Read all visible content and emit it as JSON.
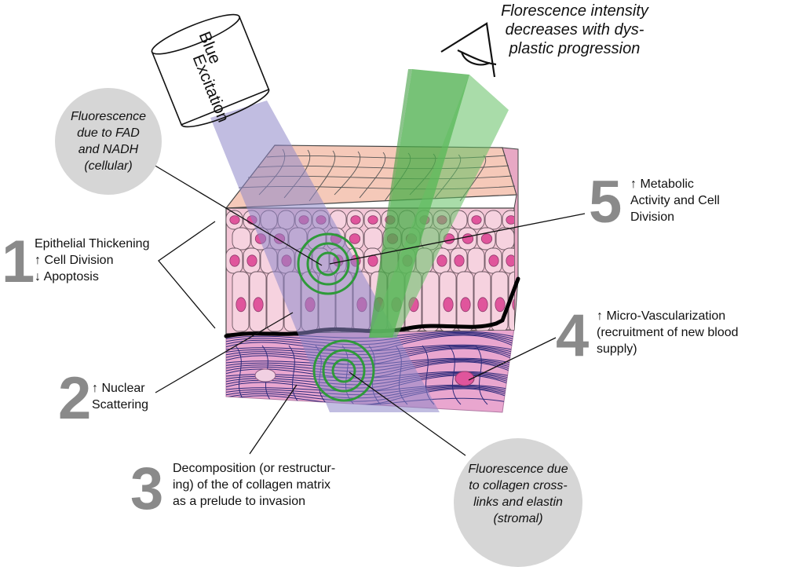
{
  "header": {
    "observation_note": "Florescence intensity\ndecreases with dys-\nplastic progression"
  },
  "light_source": {
    "label_line1": "Blue",
    "label_line2": "Excitation"
  },
  "bubbles": {
    "cellular": "Fluorescence\ndue to FAD\nand NADH\n(cellular)",
    "stromal": "Fluorescence due\nto collagen cross-\nlinks and elastin\n(stromal)"
  },
  "annotations": [
    {
      "number": "1",
      "lines": [
        "Epithelial Thickening",
        "↑ Cell Division",
        "↓ Apoptosis"
      ]
    },
    {
      "number": "2",
      "lines": [
        "↑ Nuclear",
        "Scattering"
      ]
    },
    {
      "number": "3",
      "lines": [
        "Decomposition (or restructur-",
        "ing) of the of collagen matrix",
        "as a prelude to invasion"
      ]
    },
    {
      "number": "4",
      "lines": [
        "↑ Micro-Vascularization",
        "(recruitment of new blood",
        "supply)"
      ]
    },
    {
      "number": "5",
      "lines": [
        "↑ Metabolic",
        "Activity and Cell",
        "Division"
      ]
    }
  ],
  "colors": {
    "blue_beam": "#8e86c8",
    "green_beam": "#49ad49",
    "epithelium": "#f3c6d6",
    "stroma": "#e9a6cf",
    "nucleus": "#e0559c",
    "fiber": "#2d2a7a",
    "number_gray": "#8a8a8a",
    "bubble_gray": "#d6d6d6"
  }
}
